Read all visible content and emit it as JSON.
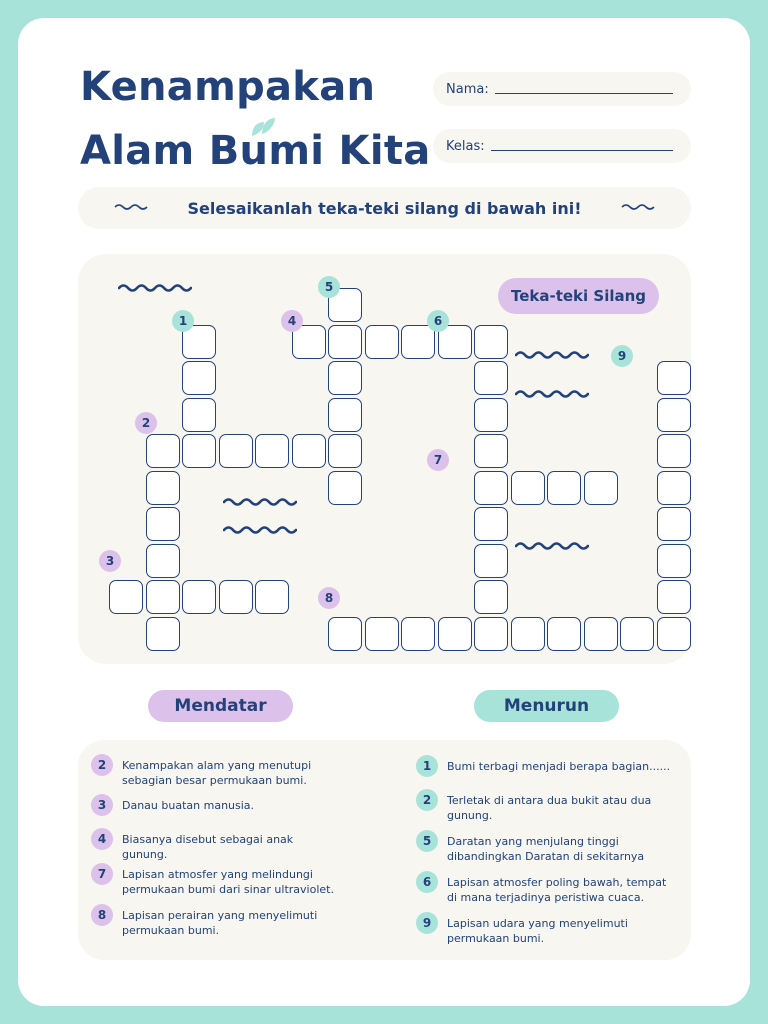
{
  "header": {
    "title_line1": "Kenampakan",
    "title_line2": "Alam Bumi Kita",
    "name_label": "Nama:",
    "class_label": "Kelas:"
  },
  "instruction": "Selesaikanlah teka-teki silang di bawah ini!",
  "puzzle": {
    "tag": "Teka-teki Silang",
    "numbers": [
      "1",
      "2",
      "3",
      "4",
      "5",
      "6",
      "7",
      "8",
      "9"
    ]
  },
  "sections": {
    "across_title": "Mendatar",
    "down_title": "Menurun"
  },
  "across_clues": [
    {
      "num": "2",
      "text": "Kenampakan alam yang menutupi sebagian besar permukaan bumi."
    },
    {
      "num": "3",
      "text": "Danau buatan manusia."
    },
    {
      "num": "4",
      "text": "Biasanya disebut sebagai anak gunung."
    },
    {
      "num": "7",
      "text": "Lapisan atmosfer yang melindungi permukaan bumi dari sinar ultraviolet."
    },
    {
      "num": "8",
      "text": "Lapisan perairan yang menyelimuti permukaan bumi."
    }
  ],
  "down_clues": [
    {
      "num": "1",
      "text": "Bumi terbagi menjadi berapa bagian......"
    },
    {
      "num": "2",
      "text": "Terletak di antara dua bukit atau dua gunung."
    },
    {
      "num": "5",
      "text": "Daratan yang menjulang tinggi dibandingkan Daratan di sekitarnya"
    },
    {
      "num": "6",
      "text": "Lapisan atmosfer poling bawah, tempat di mana terjadinya peristiwa cuaca."
    },
    {
      "num": "9",
      "text": "Lapisan udara yang menyelimuti permukaan bumi."
    }
  ],
  "colors": {
    "background": "#a8e3da",
    "navy": "#23427a",
    "lavender": "#dcc1eb",
    "mint": "#a8e3da",
    "panel": "#f7f6f1"
  },
  "icons": [
    "leaf-icon",
    "wave-icon"
  ]
}
